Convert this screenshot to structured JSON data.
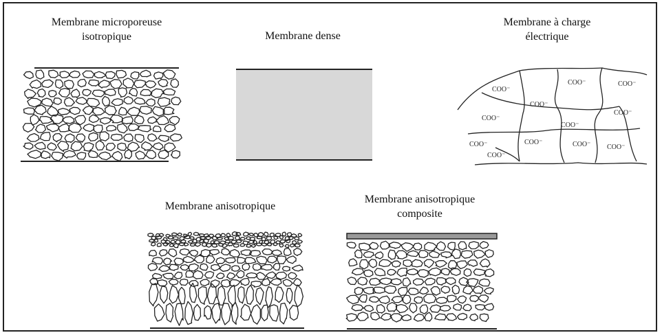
{
  "figure": {
    "isotropic": {
      "title_line1": "Membrane microporeuse",
      "title_line2": "isotropique"
    },
    "dense": {
      "title": "Membrane dense"
    },
    "charged": {
      "title_line1": "Membrane à charge",
      "title_line2": "électrique",
      "charge_label": "COO⁻"
    },
    "anisotropic": {
      "title": "Membrane anisotropique"
    },
    "composite": {
      "title_line1": "Membrane anisotropique",
      "title_line2": "composite"
    }
  },
  "colors": {
    "ink": "#222222",
    "dense_fill": "#d8d8d8",
    "frame": "#222222"
  }
}
